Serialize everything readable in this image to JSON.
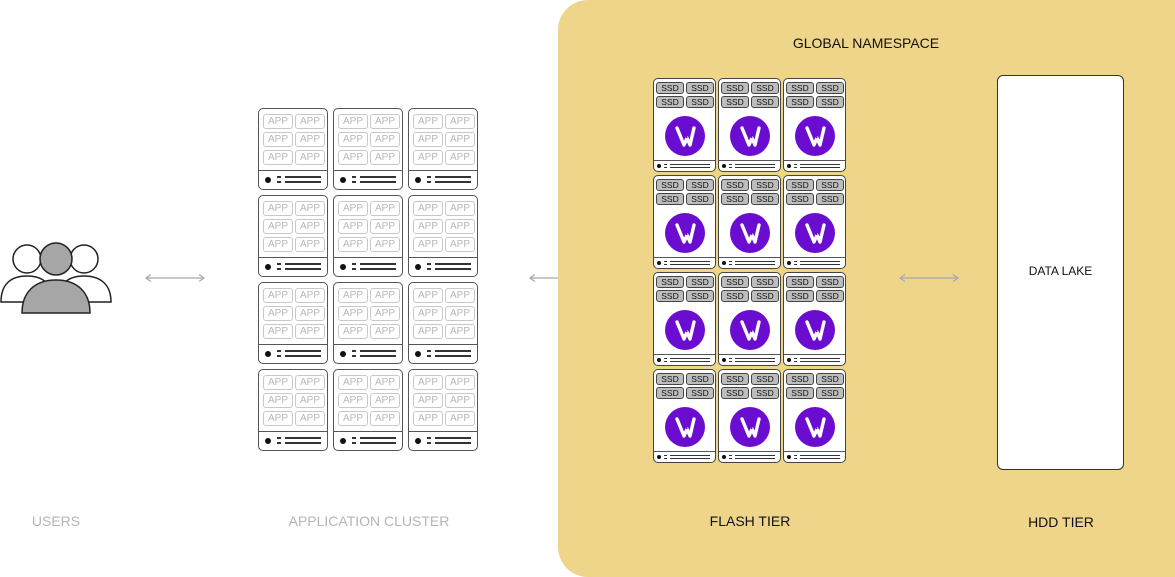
{
  "labels": {
    "global_namespace": "GLOBAL NAMESPACE",
    "users": "USERS",
    "application_cluster": "APPLICATION CLUSTER",
    "flash_tier": "FLASH TIER",
    "hdd_tier": "HDD TIER",
    "data_lake": "DATA LAKE"
  },
  "app_cluster": {
    "rows": 4,
    "columns": 3,
    "badge_text": "APP"
  },
  "flash_cluster": {
    "rows": 4,
    "columns": 3,
    "chip_text": "SSD"
  },
  "colors": {
    "namespace_panel": "#eed58a",
    "logo_purple": "#6a0dd0",
    "muted_text": "#b5b5b5",
    "arrow": "#a8a8a8"
  }
}
